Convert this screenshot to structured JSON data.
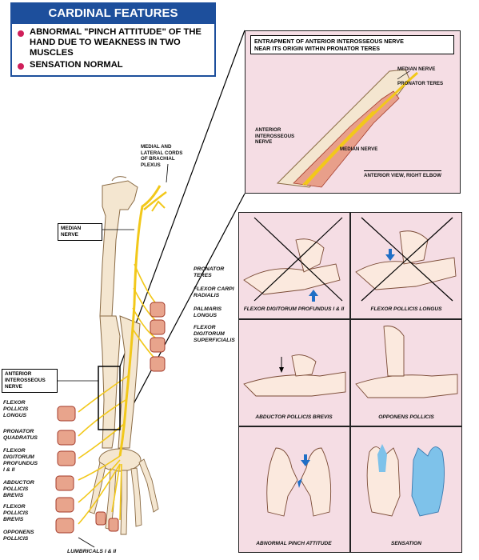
{
  "cardinal": {
    "title": "CARDINAL FEATURES",
    "item1_line1": "ABNORMAL \"PINCH ATTITUDE\" OF THE",
    "item1_line2": "HAND DUE TO WEAKNESS IN TWO",
    "item1_line3": "MUSCLES",
    "item2": "SENSATION NORMAL",
    "bullet_color": "#d01f5a",
    "header_color": "#1d4f9c"
  },
  "inset": {
    "title_line1": "ENTRAPMENT OF ANTERIOR INTEROSSEOUS NERVE",
    "title_line2": "NEAR ITS ORIGIN WITHIN PRONATOR TERES",
    "median_nerve_top": "MEDIAN NERVE",
    "pronator_teres": "PRONATOR TERES",
    "aion_line1": "ANTERIOR",
    "aion_line2": "INTEROSSEOUS",
    "aion_line3": "NERVE",
    "median_nerve_bottom": "MEDIAN NERVE",
    "view": "ANTERIOR VIEW, RIGHT ELBOW"
  },
  "arm": {
    "brachial_line1": "MEDIAL AND",
    "brachial_line2": "LATERAL CORDS",
    "brachial_line3": "OF BRACHIAL",
    "brachial_line4": "PLEXUS",
    "median_nerve": "MEDIAN NERVE",
    "pronator_l1": "PRONATOR",
    "pronator_l2": "TERES",
    "fcr_l1": "FLEXOR CARPI",
    "fcr_l2": "RADIALIS",
    "pl_l1": "PALMARIS",
    "pl_l2": "LONGUS",
    "fds_l1": "FLEXOR",
    "fds_l2": "DIGITORUM",
    "fds_l3": "SUPERFICIALIS",
    "ain_l1": "ANTERIOR",
    "ain_l2": "INTEROSSEOUS",
    "ain_l3": "NERVE",
    "fpl_l1": "FLEXOR",
    "fpl_l2": "POLLICIS",
    "fpl_l3": "LONGUS",
    "pq_l1": "PRONATOR",
    "pq_l2": "QUADRATUS",
    "fdp_l1": "FLEXOR",
    "fdp_l2": "DIGITORUM",
    "fdp_l3": "PROFUNDUS",
    "fdp_l4": "I & II",
    "apb_l1": "ABDUCTOR",
    "apb_l2": "POLLICIS",
    "apb_l3": "BREVIS",
    "fpb_l1": "FLEXOR",
    "fpb_l2": "POLLICIS",
    "fpb_l3": "BREVIS",
    "op_l1": "OPPONENS",
    "op_l2": "POLLICIS",
    "lumbricals": "LUMBRICALS I & II"
  },
  "tests": {
    "fdp": "FLEXOR DIGITORUM PROFUNDUS I & II",
    "fpl": "FLEXOR POLLICIS LONGUS",
    "apb": "ABDUCTOR POLLICIS BREVIS",
    "op": "OPPONENS POLLICIS",
    "pinch": "ABNORMAL PINCH ATTITUDE",
    "sensation": "SENSATION"
  }
}
